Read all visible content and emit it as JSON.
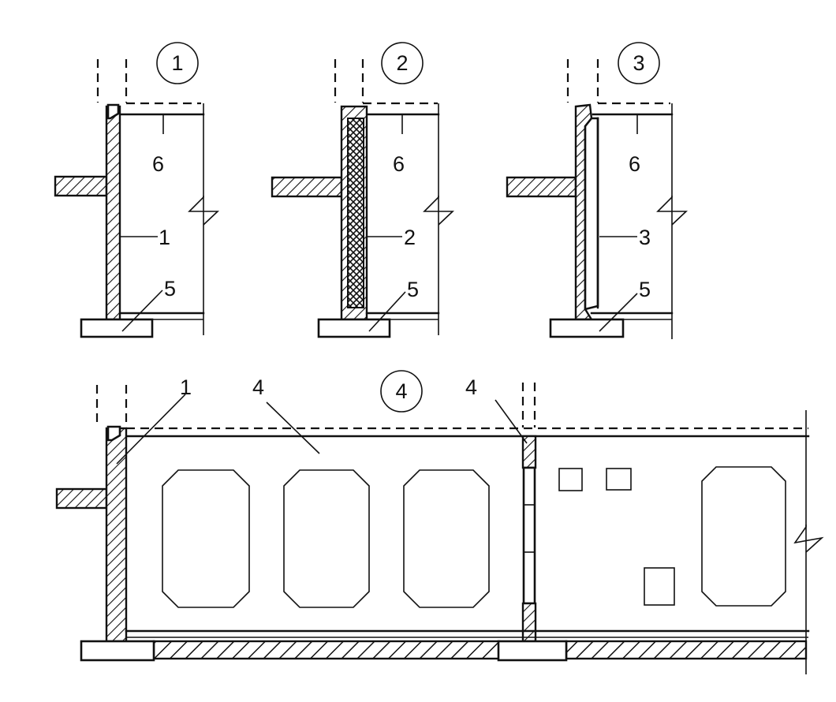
{
  "variants": [
    {
      "number": "1",
      "labels": {
        "top": "6",
        "wall": "1",
        "bottom": "5"
      }
    },
    {
      "number": "2",
      "labels": {
        "top": "6",
        "wall": "2",
        "bottom": "5"
      }
    },
    {
      "number": "3",
      "labels": {
        "top": "6",
        "wall": "3",
        "bottom": "5"
      }
    }
  ],
  "bottom_view": {
    "number": "4",
    "labels": {
      "wall_left": "1",
      "panel": "4",
      "partition": "4"
    }
  }
}
